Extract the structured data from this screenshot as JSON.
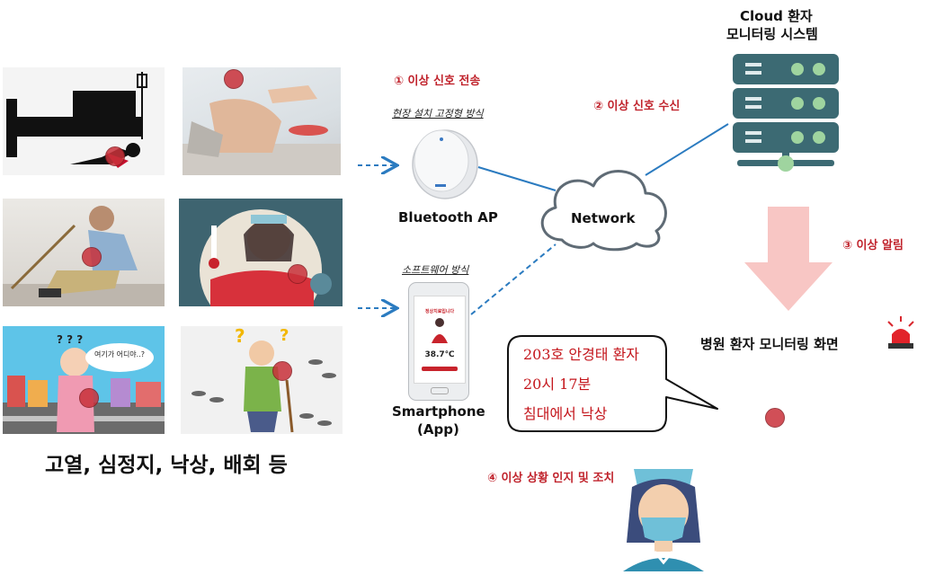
{
  "steps": {
    "s1": "① 이상 신호 전송",
    "s2": "② 이상 신호 수신",
    "s3": "③ 이상 알림",
    "s4": "④ 이상 상황 인지 및 조치"
  },
  "cloud_title": [
    "Cloud 환자",
    "모니터링 시스템"
  ],
  "network_label": "Network",
  "bluetooth": {
    "caption": "현장 설치 고정형 방식",
    "label": "Bluetooth AP"
  },
  "smartphone": {
    "caption": "소프트웨어 방식",
    "label": [
      "Smartphone",
      "(App)"
    ],
    "temp": "38.7℃",
    "status": "정상치료입니다"
  },
  "hospital_label": "병원 환자 모니터링 화면",
  "bubble_lines": [
    "203호 안경태 환자",
    "20시 17분",
    "침대에서 낙상"
  ],
  "left_caption": "고열, 심정지, 낙상, 배회 등",
  "speech_small": "여기가 어디야..?",
  "question_marks": "? ? ?",
  "colors": {
    "accent_red": "#c0232c",
    "server": "#3c6a73",
    "server_led": "#9fd49f",
    "line_blue": "#2b7bc0",
    "alert_arrow": "#f8c6c4"
  }
}
